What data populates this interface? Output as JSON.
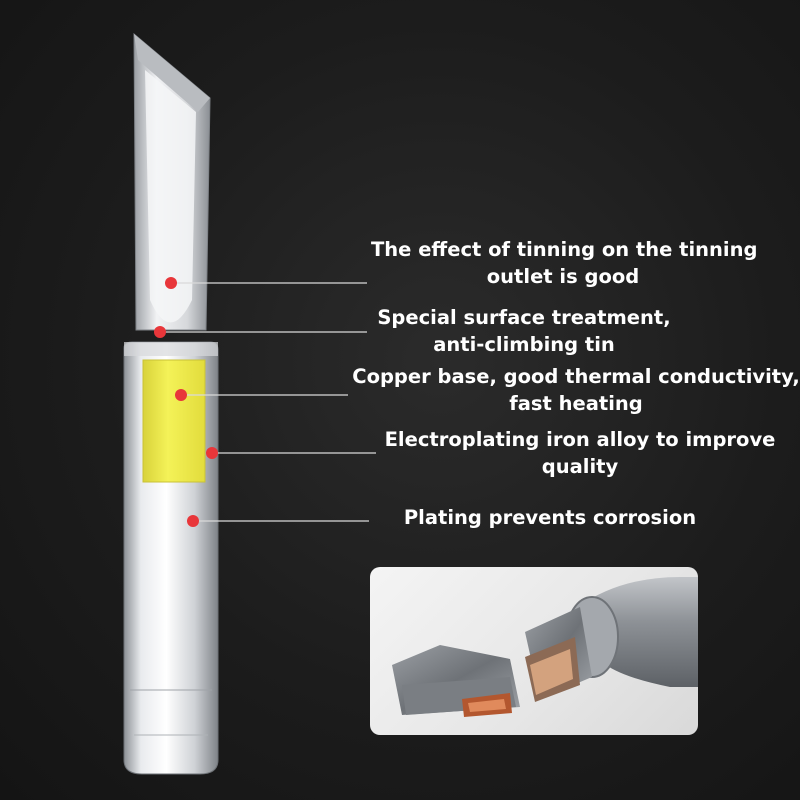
{
  "callouts": [
    {
      "line1": "The effect of tinning on the tinning",
      "line2": "outlet is good"
    },
    {
      "line1": "Special surface treatment,",
      "line2": "anti-climbing tin"
    },
    {
      "line1": "Copper base, good thermal conductivity,",
      "line2": "fast heating"
    },
    {
      "line1": "Electroplating iron alloy to improve",
      "line2": "quality"
    },
    {
      "line1": "Plating prevents corrosion",
      "line2": ""
    }
  ],
  "colors": {
    "background": "#1c1c1c",
    "label_text": "#ffffff",
    "callout_dot": "#e8363a",
    "copper_core": "#f2f04a",
    "steel": "#c9ccd0"
  }
}
